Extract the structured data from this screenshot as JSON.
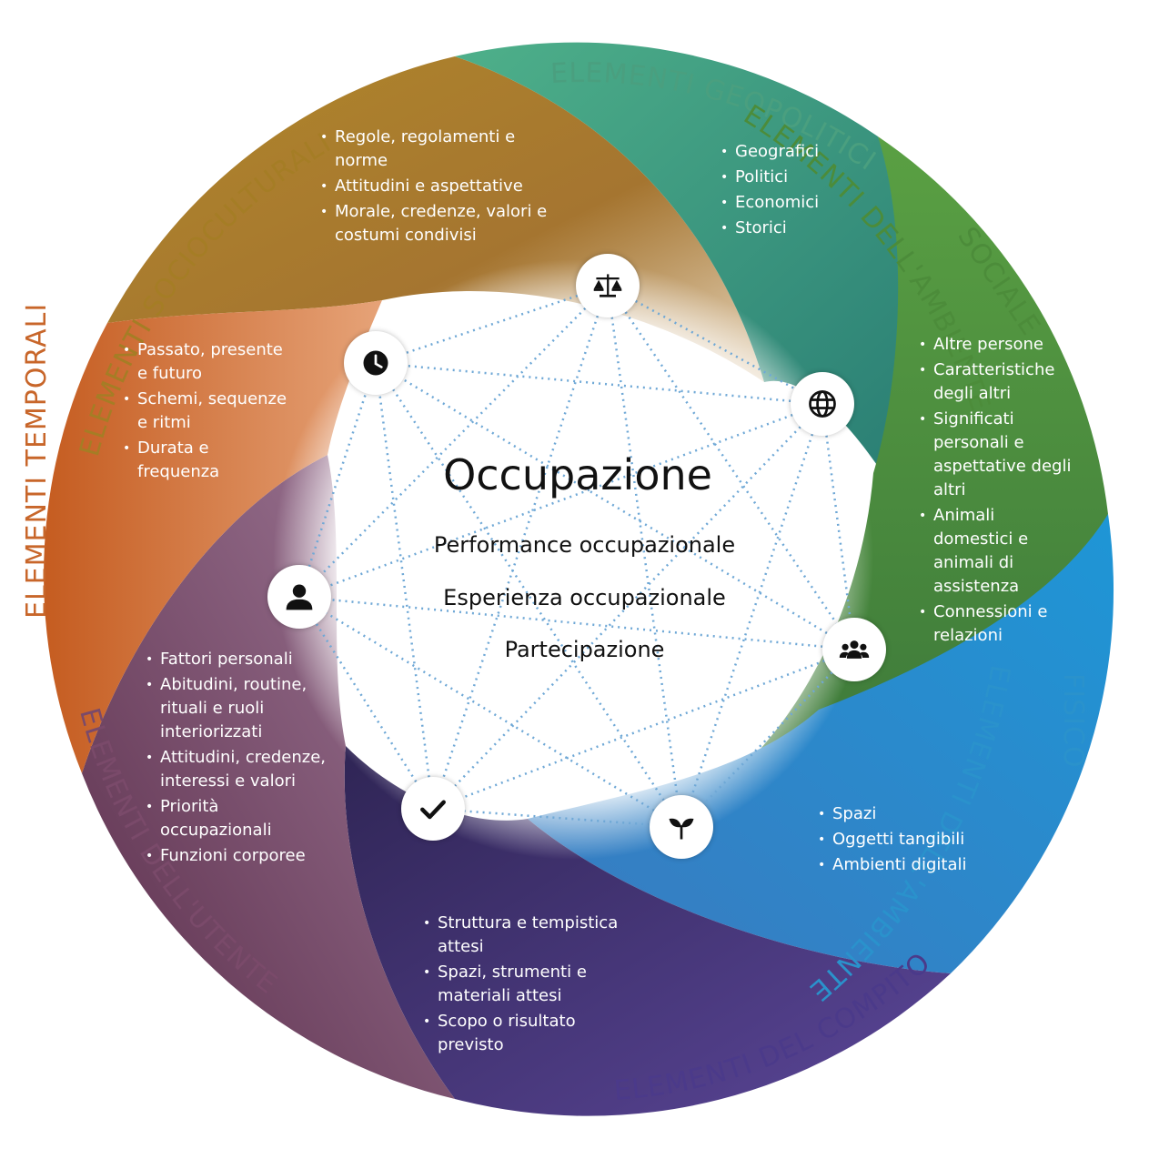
{
  "rings": {
    "sociocultural": "ELEMENTI SOCIOCULTURALI",
    "geopolitical": "ELEMENTI GEOPOLITICI",
    "social_env": "ELEMENTI DELL'AMBIENTE",
    "social_sub": "SOCIALE",
    "physical_env": "ELEMENTI DELL'AMBIENTE",
    "physical_sub": "FISICO",
    "task": "ELEMENTI DEL COMPITO",
    "client": "ELEMENTI DELL'UTENTE",
    "temporal": "ELEMENTI TEMPORALI"
  },
  "colors": {
    "sociocultural": "#a57d25",
    "geopolitical": "#3d9b79",
    "social": "#4c8c3a",
    "physical": "#2a92cc",
    "task": "#4b3a8a",
    "client": "#7a4a6a",
    "temporal": "#c8662a"
  },
  "center": {
    "title": "Occupazione",
    "line1": "Performance occupazionale",
    "line2": "Esperienza occupazionale",
    "line3": "Partecipazione"
  },
  "lists": {
    "sociocultural": [
      "Regole, regolamenti e norme",
      "Attitudini e aspettative",
      "Morale, credenze, valori e costumi condivisi"
    ],
    "geopolitical": [
      "Geografici",
      "Politici",
      "Economici",
      "Storici"
    ],
    "social": [
      "Altre persone",
      "Caratteristiche degli altri",
      "Significati personali e aspettative degli altri",
      "Animali domestici e animali di assistenza",
      "Connessioni e relazioni"
    ],
    "physical": [
      "Spazi",
      "Oggetti tangibili",
      "Ambienti digitali"
    ],
    "task": [
      "Struttura e tempistica attesi",
      "Spazi, strumenti e materiali attesi",
      "Scopo o risultato previsto"
    ],
    "client": [
      "Fattori personali",
      "Abitudini, routine, rituali e ruoli interiorizzati",
      "Attitudini, credenze, interessi e valori",
      "Priorità occupazionali",
      "Funzioni corporee"
    ],
    "temporal": [
      "Passato, presente e futuro",
      "Schemi, sequenze e ritmi",
      "Durata e frequenza"
    ]
  },
  "icons": [
    "scale-icon",
    "globe-icon",
    "group-icon",
    "sprout-icon",
    "check-icon",
    "person-icon",
    "clock-icon"
  ]
}
